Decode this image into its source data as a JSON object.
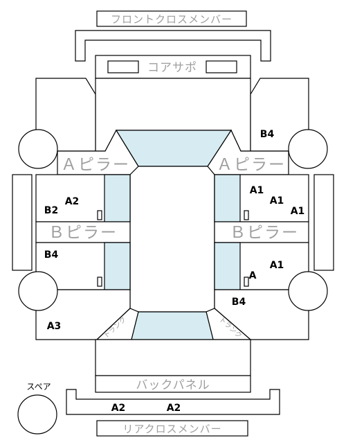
{
  "labels": {
    "front_cross_member": "フロントクロスメンバー",
    "core_support": "コアサポ",
    "a_pillar": "Ａピラー",
    "b_pillar": "Ｂピラー",
    "back_panel": "バックパネル",
    "rear_cross_member": "リアクロスメンバー",
    "spare": "スペア",
    "trunk": "トランク"
  },
  "damage_marks": {
    "front_right_fender": "B4",
    "front_left_door_a": "A2",
    "front_left_door_b": "B2",
    "rear_left_door": "B4",
    "rear_left_quarter": "A3",
    "front_right_door_1": "A1",
    "front_right_door_2": "A1",
    "front_right_door_3": "A1",
    "rear_right_door_1": "A1",
    "rear_right_door_2": "A",
    "rear_right_quarter": "B4",
    "rear_cross_member_1": "A2",
    "rear_cross_member_2": "A2"
  },
  "colors": {
    "glass": "#d6ecf2",
    "label_gray": "#9e9e9e",
    "line": "#000000"
  }
}
